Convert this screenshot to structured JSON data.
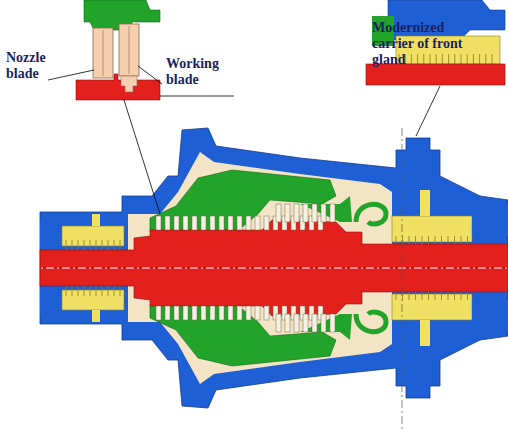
{
  "diagram": {
    "labels": [
      "Nozzle blade",
      "Working blade",
      "Modernized carrier of front gland"
    ]
  }
}
